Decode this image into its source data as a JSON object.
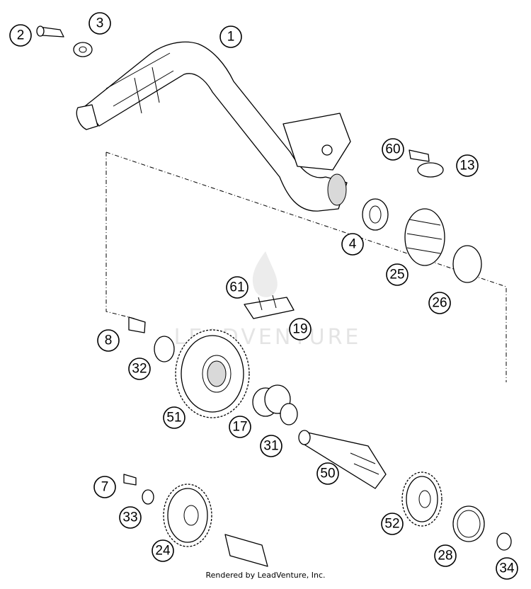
{
  "diagram": {
    "type": "exploded-parts-diagram",
    "callouts": [
      {
        "id": "c1",
        "label": "1"
      },
      {
        "id": "c2",
        "label": "2"
      },
      {
        "id": "c3",
        "label": "3"
      },
      {
        "id": "c60",
        "label": "60"
      },
      {
        "id": "c13",
        "label": "13"
      },
      {
        "id": "c4",
        "label": "4"
      },
      {
        "id": "c25",
        "label": "25"
      },
      {
        "id": "c26",
        "label": "26"
      },
      {
        "id": "c61",
        "label": "61"
      },
      {
        "id": "c19",
        "label": "19"
      },
      {
        "id": "c8",
        "label": "8"
      },
      {
        "id": "c32",
        "label": "32"
      },
      {
        "id": "c51",
        "label": "51"
      },
      {
        "id": "c17",
        "label": "17"
      },
      {
        "id": "c31",
        "label": "31"
      },
      {
        "id": "c50",
        "label": "50"
      },
      {
        "id": "c7",
        "label": "7"
      },
      {
        "id": "c33",
        "label": "33"
      },
      {
        "id": "c24",
        "label": "24"
      },
      {
        "id": "c52",
        "label": "52"
      },
      {
        "id": "c28",
        "label": "28"
      },
      {
        "id": "c34",
        "label": "34"
      }
    ]
  },
  "watermark": {
    "text": "LEADVENTURE"
  },
  "footer": {
    "text": "Rendered by LeadVenture, Inc."
  }
}
